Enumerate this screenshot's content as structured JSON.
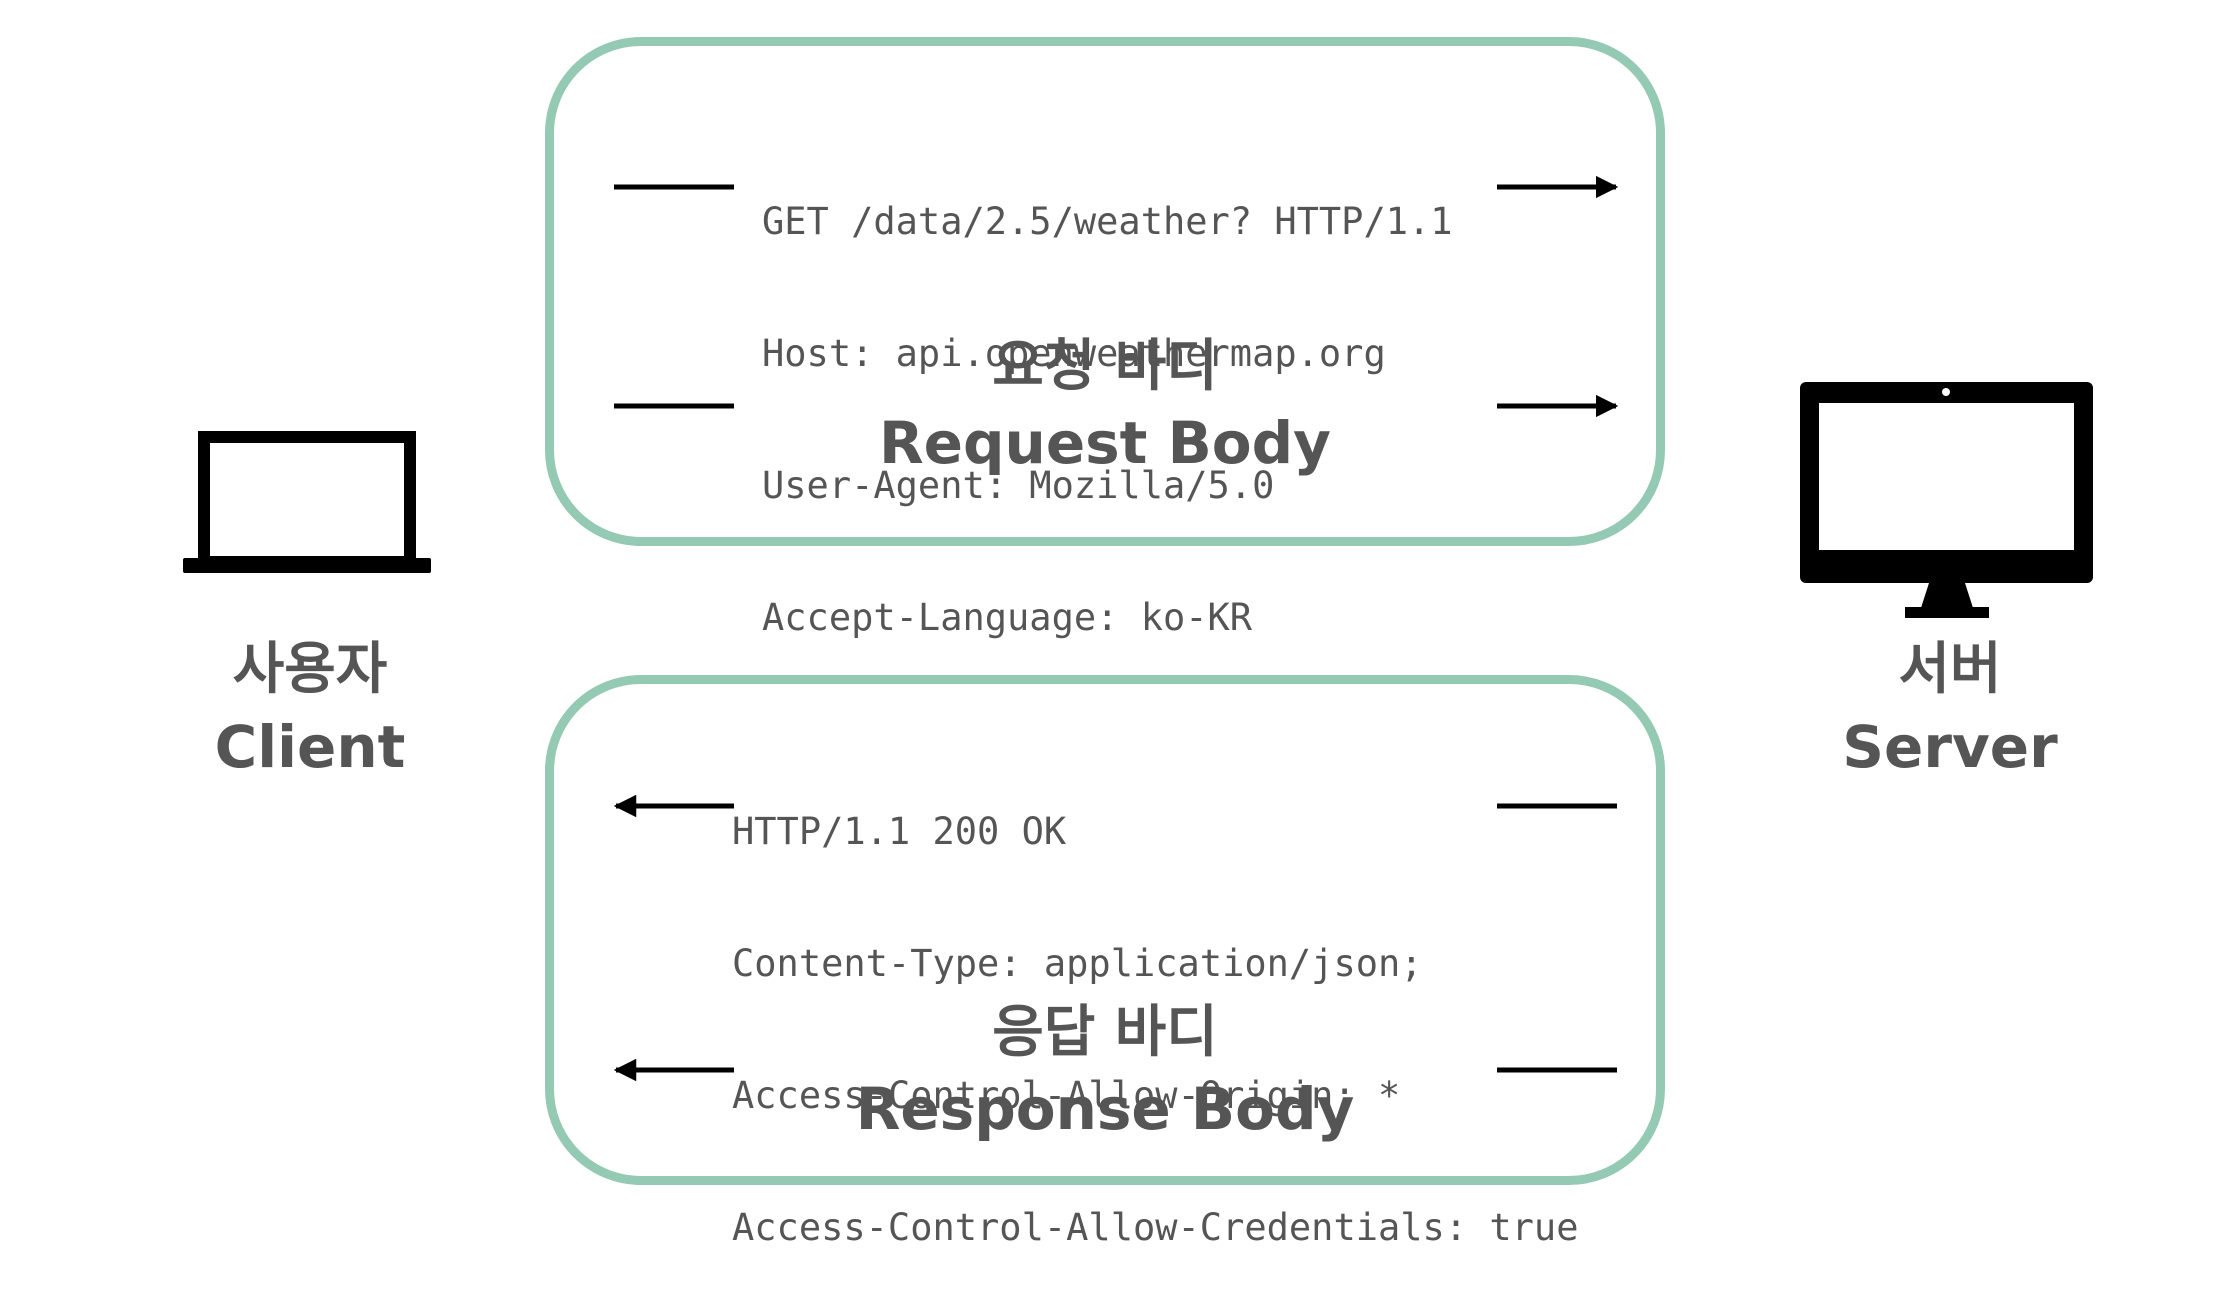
{
  "client": {
    "label_ko": "사용자",
    "label_en": "Client",
    "icon": "laptop-icon"
  },
  "server": {
    "label_ko": "서버",
    "label_en": "Server",
    "icon": "monitor-icon"
  },
  "request": {
    "headers": [
      "GET /data/2.5/weather? HTTP/1.1",
      "Host: api.openweathermap.org",
      "User-Agent: Mozilla/5.0",
      "Accept-Language: ko-KR"
    ],
    "body_ko": "요청 바디",
    "body_en": "Request Body"
  },
  "response": {
    "headers": [
      "HTTP/1.1 200 OK",
      "Content-Type: application/json;",
      "Access-Control-Allow-Origin: *",
      "Access-Control-Allow-Credentials: true"
    ],
    "body_ko": "응답 바디",
    "body_en": "Response Body"
  },
  "colors": {
    "box_border": "#94c9b3",
    "text": "#555555",
    "lines": "#000000"
  }
}
